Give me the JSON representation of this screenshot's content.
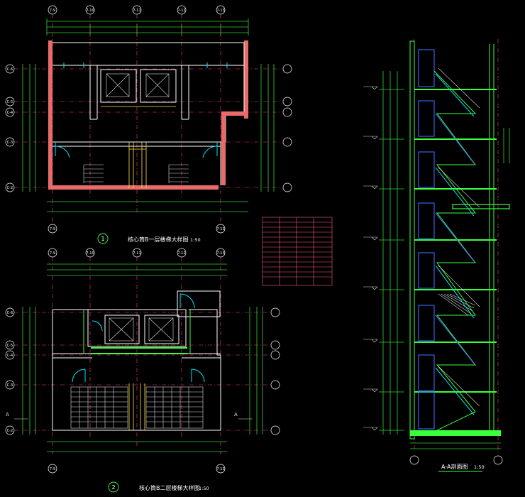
{
  "drawing": {
    "plan1": {
      "number": "1",
      "title": "核心筒B一层楼梯大样图",
      "scale": "1:50",
      "axis_top": [
        "7-9",
        "7-10",
        "7-11",
        "7-12",
        "7-13"
      ],
      "axis_left": [
        "C-6",
        "C-5",
        "C-4",
        "C-3",
        "C-2"
      ],
      "axis_bottom_left": "7-9",
      "axis_bottom_right": "7-13"
    },
    "plan2": {
      "number": "2",
      "title": "核心筒B二层楼梯大样图",
      "scale": "1:50",
      "section_marker": "A",
      "axis_top": [
        "7-9",
        "7-10",
        "7-11",
        "7-12",
        "7-13"
      ],
      "axis_left": [
        "C-6",
        "C-5",
        "C-4",
        "C-3",
        "C-2"
      ],
      "axis_bottom_left": "7-9",
      "axis_bottom_right": "7-13"
    },
    "section": {
      "title": "A-A剖面图",
      "scale": "1:50"
    },
    "colors": {
      "background": "#000000",
      "dimension": "#32d232",
      "axis_line": "#ff3c7a",
      "wall_fill": "#e86a6a",
      "glazing": "#00e5ff",
      "section_cut": "#3cff3c",
      "elevation": "#3a6bff"
    }
  }
}
